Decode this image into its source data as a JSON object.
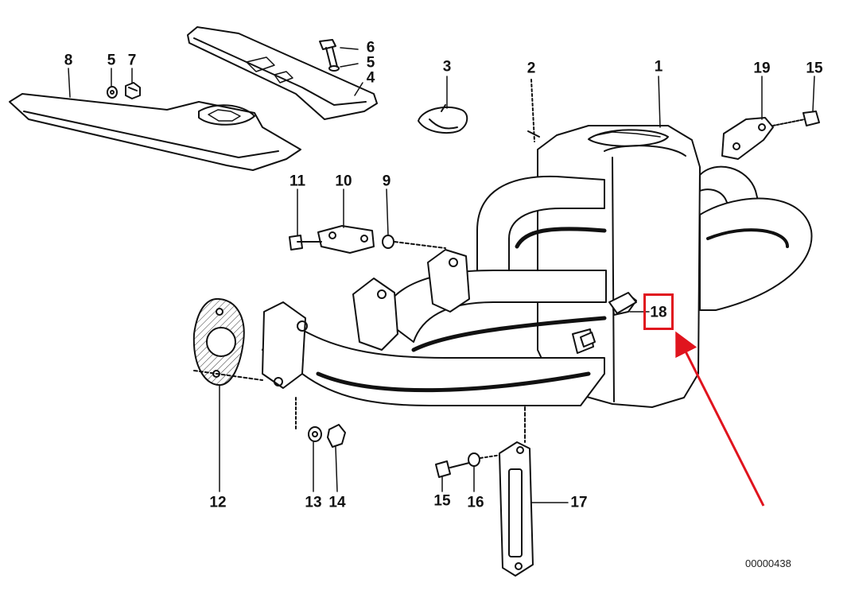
{
  "callouts": {
    "p1": "1",
    "p2": "2",
    "p3": "3",
    "p4": "4",
    "p5a": "5",
    "p5b": "5",
    "p6": "6",
    "p7": "7",
    "p8": "8",
    "p9": "9",
    "p10": "10",
    "p11": "11",
    "p12": "12",
    "p13": "13",
    "p14": "14",
    "p15a": "15",
    "p15b": "15",
    "p16": "16",
    "p17": "17",
    "p18": "18",
    "p19": "19"
  },
  "highlight": {
    "part": "18",
    "color": "#e0141e"
  },
  "diagram_id": "00000438",
  "colors": {
    "line": "#111111",
    "background": "#ffffff",
    "accent": "#e0141e"
  }
}
